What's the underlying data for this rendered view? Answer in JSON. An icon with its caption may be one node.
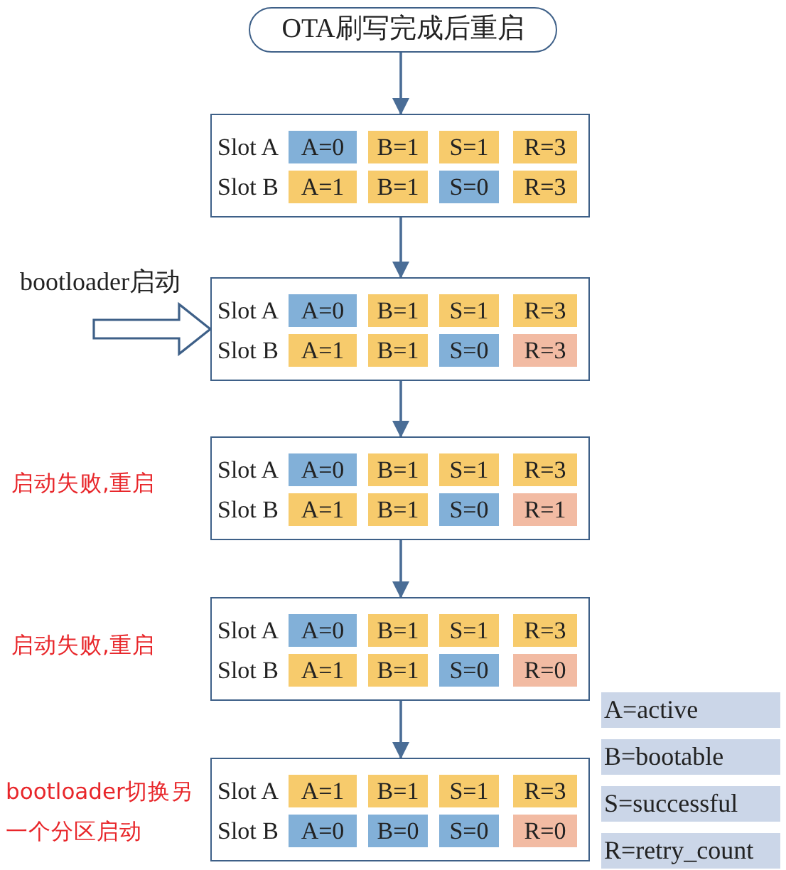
{
  "diagram": {
    "nodes": [
      {
        "text": [
          "OTA刷写完成后重启"
        ]
      },
      {
        "text": [
          "Slot A",
          "Slot B"
        ]
      },
      {
        "text": [
          "A=0"
        ],
        "in": 1
      },
      {
        "text": [
          "B=1"
        ],
        "in": 1
      },
      {
        "text": [
          "S=1"
        ],
        "in": 1
      },
      {
        "text": [
          "R=3"
        ],
        "in": 1
      },
      {
        "text": [
          "A=1"
        ],
        "in": 1
      },
      {
        "text": [
          "B=1"
        ],
        "in": 1
      },
      {
        "text": [
          "S=0"
        ],
        "in": 1
      },
      {
        "text": [
          "R=3"
        ],
        "in": 1
      },
      {
        "text": [
          "Slot A",
          "Slot B"
        ]
      },
      {
        "text": [
          "A=0"
        ],
        "in": 10
      },
      {
        "text": [
          "B=1"
        ],
        "in": 10
      },
      {
        "text": [
          "S=1"
        ],
        "in": 10
      },
      {
        "text": [
          "R=3"
        ],
        "in": 10
      },
      {
        "text": [
          "A=1"
        ],
        "in": 10
      },
      {
        "text": [
          "B=1"
        ],
        "in": 10
      },
      {
        "text": [
          "S=0"
        ],
        "in": 10
      },
      {
        "text": [
          "R=3"
        ],
        "in": 10
      },
      {
        "text": [
          "Slot A",
          "Slot B"
        ],
        "beside": [
          "启动失败,重启"
        ]
      },
      {
        "text": [
          "A=0"
        ],
        "in": 19
      },
      {
        "text": [
          "B=1"
        ],
        "in": 19
      },
      {
        "text": [
          "S=1"
        ],
        "in": 19
      },
      {
        "text": [
          "R=3"
        ],
        "in": 19
      },
      {
        "text": [
          "A=1"
        ],
        "in": 19
      },
      {
        "text": [
          "B=1"
        ],
        "in": 19
      },
      {
        "text": [
          "S=0"
        ],
        "in": 19
      },
      {
        "text": [
          "R=1"
        ],
        "in": 19
      },
      {
        "text": [
          "Slot A",
          "Slot B"
        ],
        "beside": [
          "启动失败,重启"
        ]
      },
      {
        "text": [
          "A=0"
        ],
        "in": 28
      },
      {
        "text": [
          "B=1"
        ],
        "in": 28
      },
      {
        "text": [
          "S=1"
        ],
        "in": 28
      },
      {
        "text": [
          "R=3"
        ],
        "in": 28
      },
      {
        "text": [
          "A=1"
        ],
        "in": 28
      },
      {
        "text": [
          "B=1"
        ],
        "in": 28
      },
      {
        "text": [
          "S=0"
        ],
        "in": 28
      },
      {
        "text": [
          "R=0"
        ],
        "in": 28
      },
      {
        "text": [
          "Slot A",
          "Slot B"
        ],
        "beside": [
          "bootloader切换另一个分区启动"
        ]
      },
      {
        "text": [
          "A=1"
        ],
        "in": 37
      },
      {
        "text": [
          "B=1"
        ],
        "in": 37
      },
      {
        "text": [
          "S=1"
        ],
        "in": 37
      },
      {
        "text": [
          "R=3"
        ],
        "in": 37
      },
      {
        "text": [
          "A=0"
        ],
        "in": 37
      },
      {
        "text": [
          "B=0"
        ],
        "in": 37
      },
      {
        "text": [
          "S=0"
        ],
        "in": 37
      },
      {
        "text": [
          "R=0"
        ],
        "in": 37
      },
      {
        "text": [
          "bootloader启动"
        ]
      }
    ],
    "edges": [
      {
        "from": 0,
        "to": 1,
        "arrow": "to"
      },
      {
        "from": 1,
        "to": 10,
        "arrow": "to"
      },
      {
        "from": 10,
        "to": 19,
        "arrow": "to"
      },
      {
        "from": 19,
        "to": 28,
        "arrow": "to"
      },
      {
        "from": 28,
        "to": 37,
        "arrow": "to"
      },
      {
        "from": 46,
        "to": 10,
        "arrow": "to"
      }
    ],
    "labels": [
      "A=active",
      "B=bootable",
      "S=successful",
      "R=retry_count"
    ]
  }
}
